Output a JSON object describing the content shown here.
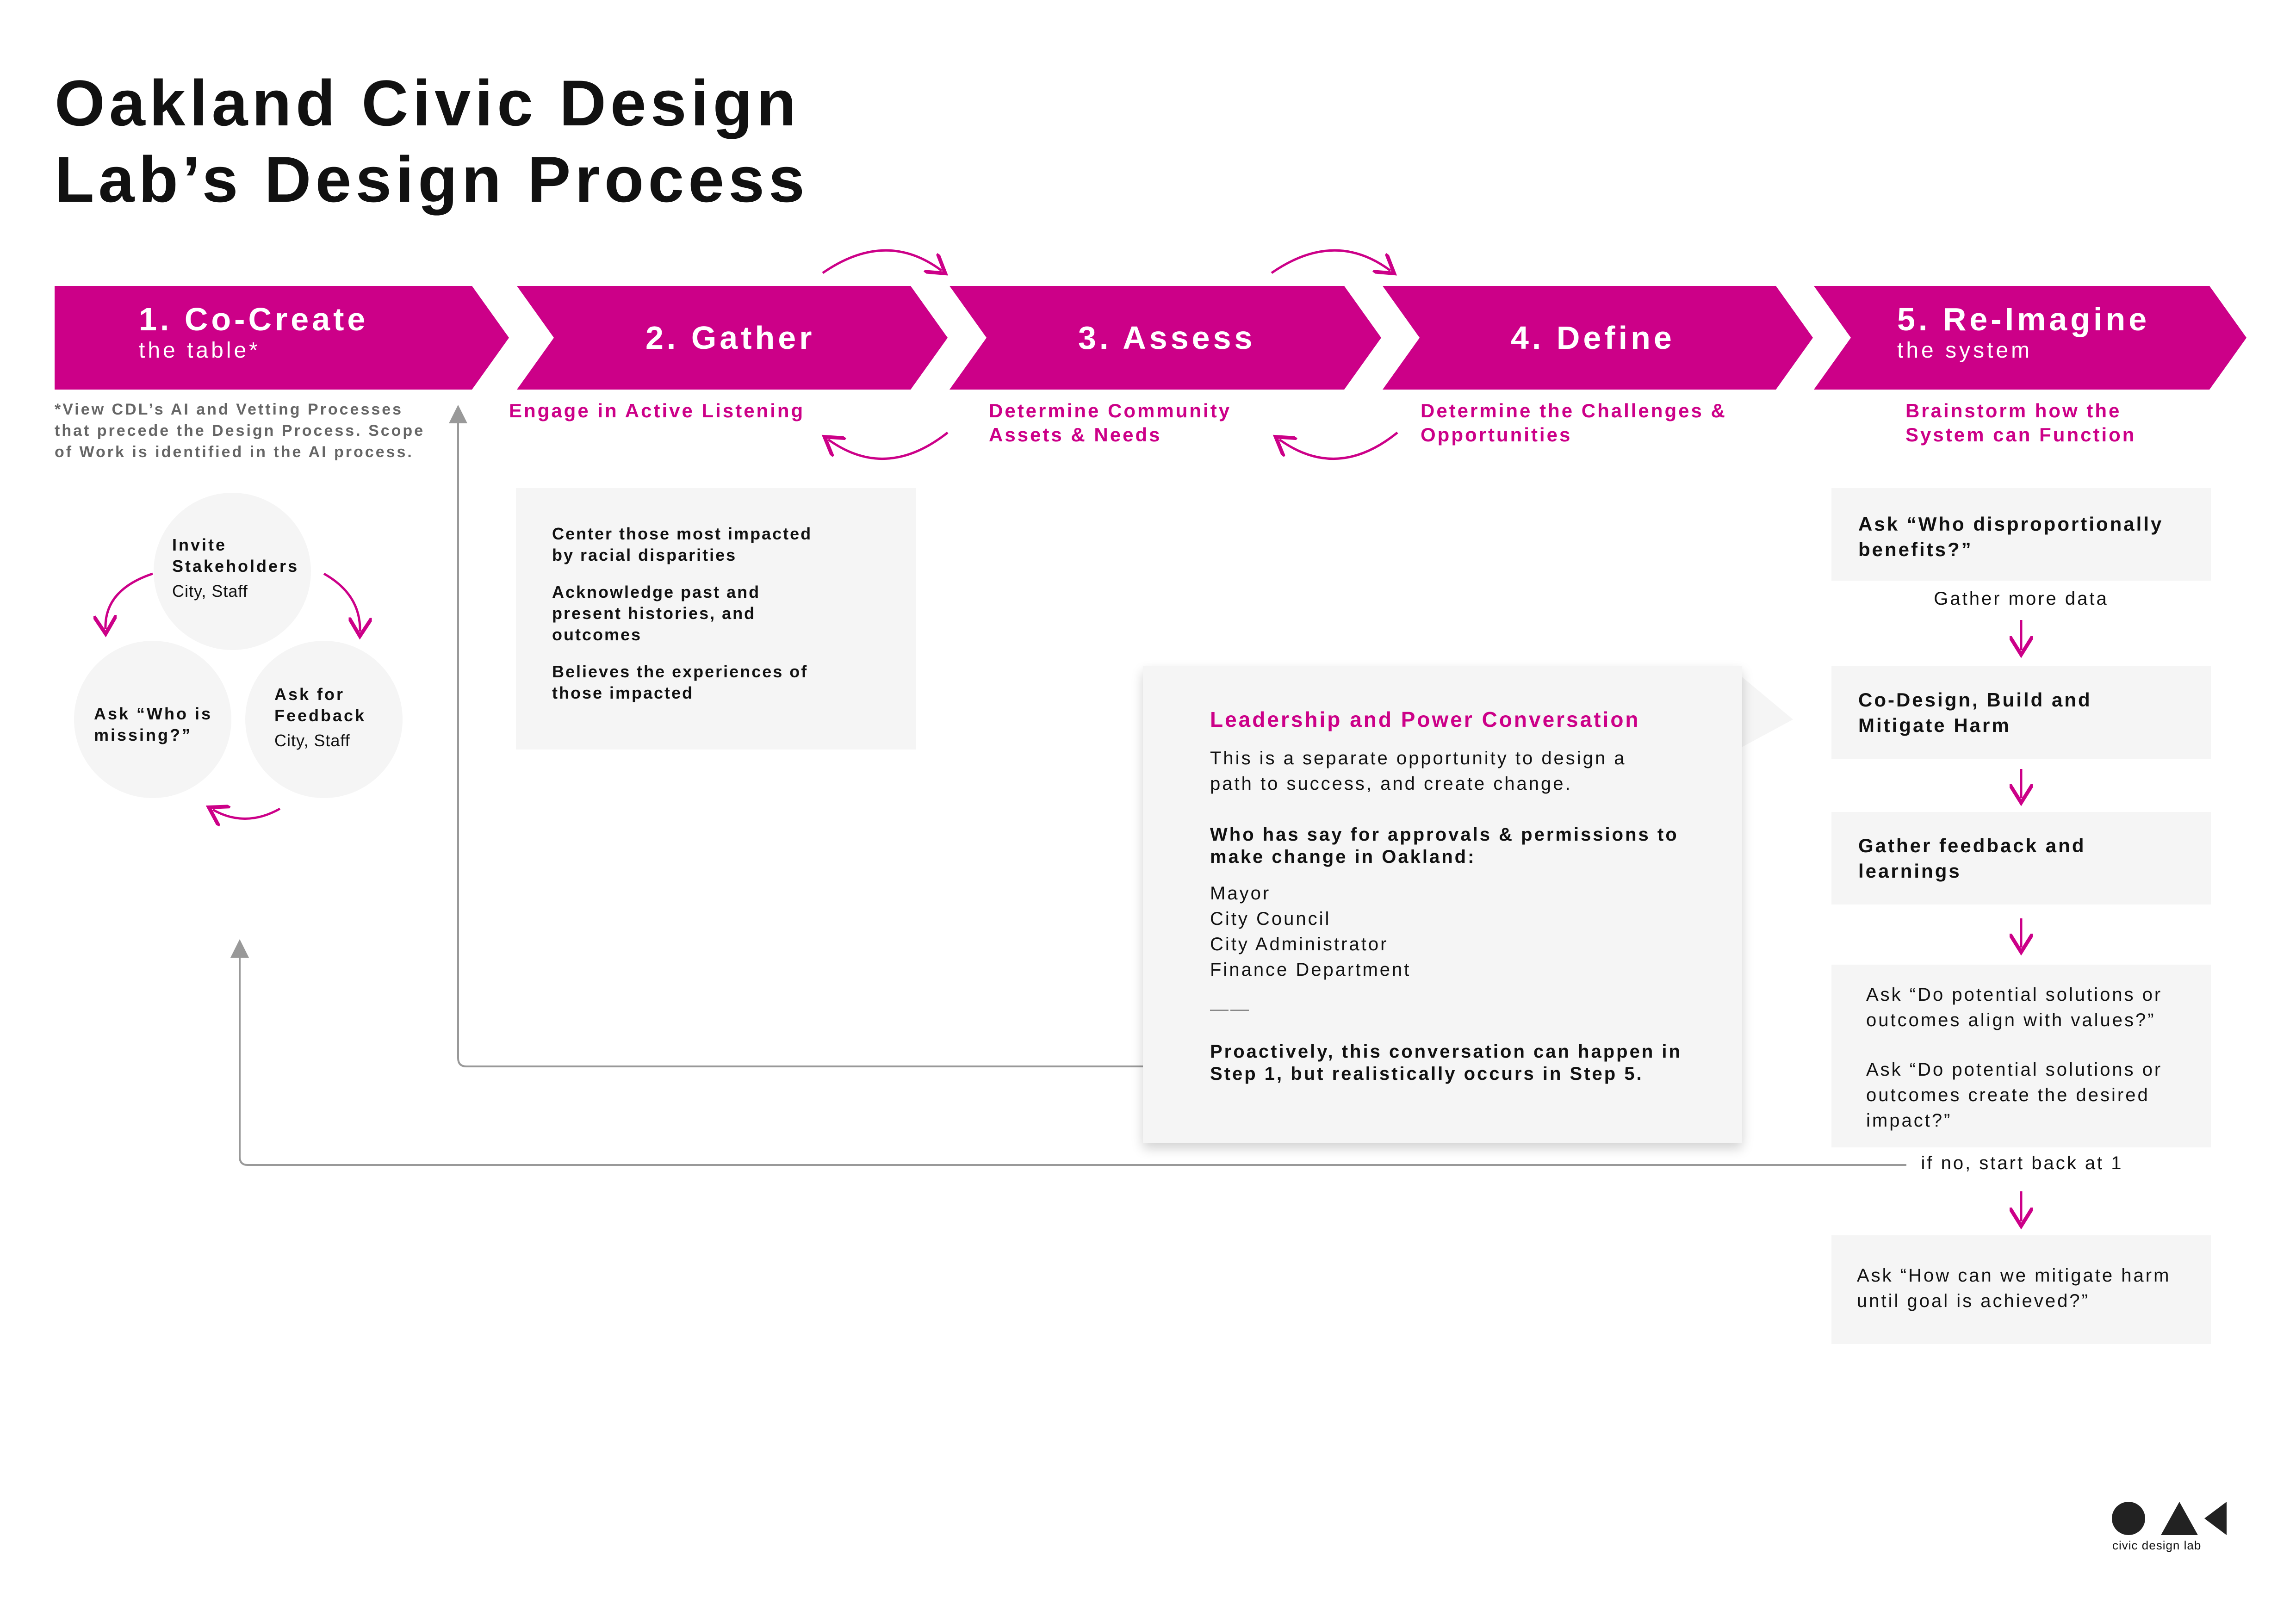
{
  "title": {
    "line1": "Oakland Civic Design",
    "line2": "Lab’s Design Process"
  },
  "colors": {
    "accent": "#cc0088",
    "box_bg": "#f5f5f5",
    "connector": "#999999"
  },
  "steps": [
    {
      "label": "1. Co-Create",
      "sub": "the table*"
    },
    {
      "label": "2. Gather",
      "sub": ""
    },
    {
      "label": "3. Assess",
      "sub": ""
    },
    {
      "label": "4. Define",
      "sub": ""
    },
    {
      "label": "5. Re-Imagine",
      "sub": "the system"
    }
  ],
  "step_descriptions": {
    "cocreate_note": "*View CDL’s AI and Vetting Processes that precede the Design Process. Scope of Work is identified in the AI process.",
    "gather": "Engage in Active Listening",
    "assess": "Determine Community Assets & Needs",
    "define": "Determine the Challenges & Opportunities",
    "reimagine": "Brainstorm how the System can Function"
  },
  "cocreate_cycle": {
    "invite": {
      "title": "Invite Stakeholders",
      "sub": "City, Staff"
    },
    "missing": {
      "title": "Ask “Who is missing?”"
    },
    "feedback": {
      "title": "Ask for Feedback",
      "sub": "City, Staff"
    }
  },
  "gather_box": {
    "items": [
      "Center those most impacted by racial disparities",
      "Acknowledge past and present histories, and outcomes",
      "Believes the experiences of those impacted"
    ]
  },
  "leadership_callout": {
    "title": "Leadership and Power Conversation",
    "intro": "This is a separate opportunity to design a path to success, and create change.",
    "question": "Who has say for approvals & permissions to make change in Oakland:",
    "people": [
      "Mayor",
      "City Council",
      "City Administrator",
      "Finance Department"
    ],
    "divider": "——",
    "note": "Proactively, this conversation can happen in Step 1, but realistically occurs in Step 5."
  },
  "reimagine_flow": {
    "box1": "Ask “Who disproportionally benefits?”",
    "label1": "Gather more data",
    "box2": "Co-Design, Build and Mitigate Harm",
    "box3": "Gather feedback and learnings",
    "box4a": "Ask “Do potential solutions or outcomes align with values?”",
    "box4b": "Ask “Do potential solutions or outcomes create the desired impact?”",
    "label2": "if no, start back at 1",
    "box5": "Ask “How can we mitigate harm until goal is achieved?”"
  },
  "logo": {
    "text": "civic design lab"
  }
}
